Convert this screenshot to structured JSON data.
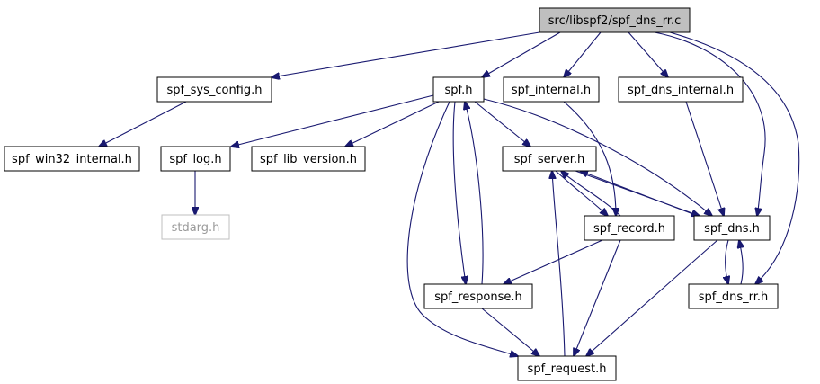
{
  "diagram": {
    "nodes": {
      "root": {
        "label": "src/libspf2/spf_dns_rr.c",
        "kind": "root"
      },
      "sys_config": {
        "label": "spf_sys_config.h",
        "kind": "normal"
      },
      "spf_h": {
        "label": "spf.h",
        "kind": "normal"
      },
      "internal": {
        "label": "spf_internal.h",
        "kind": "normal"
      },
      "dns_internal": {
        "label": "spf_dns_internal.h",
        "kind": "normal"
      },
      "win32": {
        "label": "spf_win32_internal.h",
        "kind": "normal"
      },
      "log": {
        "label": "spf_log.h",
        "kind": "normal"
      },
      "lib_version": {
        "label": "spf_lib_version.h",
        "kind": "normal"
      },
      "server": {
        "label": "spf_server.h",
        "kind": "normal"
      },
      "stdarg": {
        "label": "stdarg.h",
        "kind": "missing"
      },
      "record": {
        "label": "spf_record.h",
        "kind": "normal"
      },
      "dns": {
        "label": "spf_dns.h",
        "kind": "normal"
      },
      "response": {
        "label": "spf_response.h",
        "kind": "normal"
      },
      "dns_rr": {
        "label": "spf_dns_rr.h",
        "kind": "normal"
      },
      "request": {
        "label": "spf_request.h",
        "kind": "normal"
      }
    },
    "edges": [
      {
        "from": "root",
        "to": "sys_config"
      },
      {
        "from": "root",
        "to": "spf_h"
      },
      {
        "from": "root",
        "to": "internal"
      },
      {
        "from": "root",
        "to": "dns_internal"
      },
      {
        "from": "root",
        "to": "dns"
      },
      {
        "from": "root",
        "to": "dns_rr"
      },
      {
        "from": "sys_config",
        "to": "win32"
      },
      {
        "from": "spf_h",
        "to": "log"
      },
      {
        "from": "spf_h",
        "to": "lib_version"
      },
      {
        "from": "spf_h",
        "to": "server"
      },
      {
        "from": "spf_h",
        "to": "dns"
      },
      {
        "from": "spf_h",
        "to": "response"
      },
      {
        "from": "spf_h",
        "to": "request"
      },
      {
        "from": "log",
        "to": "stdarg"
      },
      {
        "from": "internal",
        "to": "record"
      },
      {
        "from": "dns_internal",
        "to": "dns"
      },
      {
        "from": "server",
        "to": "record"
      },
      {
        "from": "server",
        "to": "dns"
      },
      {
        "from": "record",
        "to": "server"
      },
      {
        "from": "record",
        "to": "response"
      },
      {
        "from": "record",
        "to": "request"
      },
      {
        "from": "dns",
        "to": "server"
      },
      {
        "from": "dns",
        "to": "dns_rr"
      },
      {
        "from": "dns",
        "to": "request"
      },
      {
        "from": "dns_rr",
        "to": "dns"
      },
      {
        "from": "response",
        "to": "spf_h"
      },
      {
        "from": "response",
        "to": "request"
      },
      {
        "from": "request",
        "to": "server"
      }
    ]
  },
  "colors": {
    "edge": "#191970",
    "root_fill": "#bfbfbf",
    "node_fill": "#ffffff",
    "missing_stroke": "#bfbfbf"
  }
}
